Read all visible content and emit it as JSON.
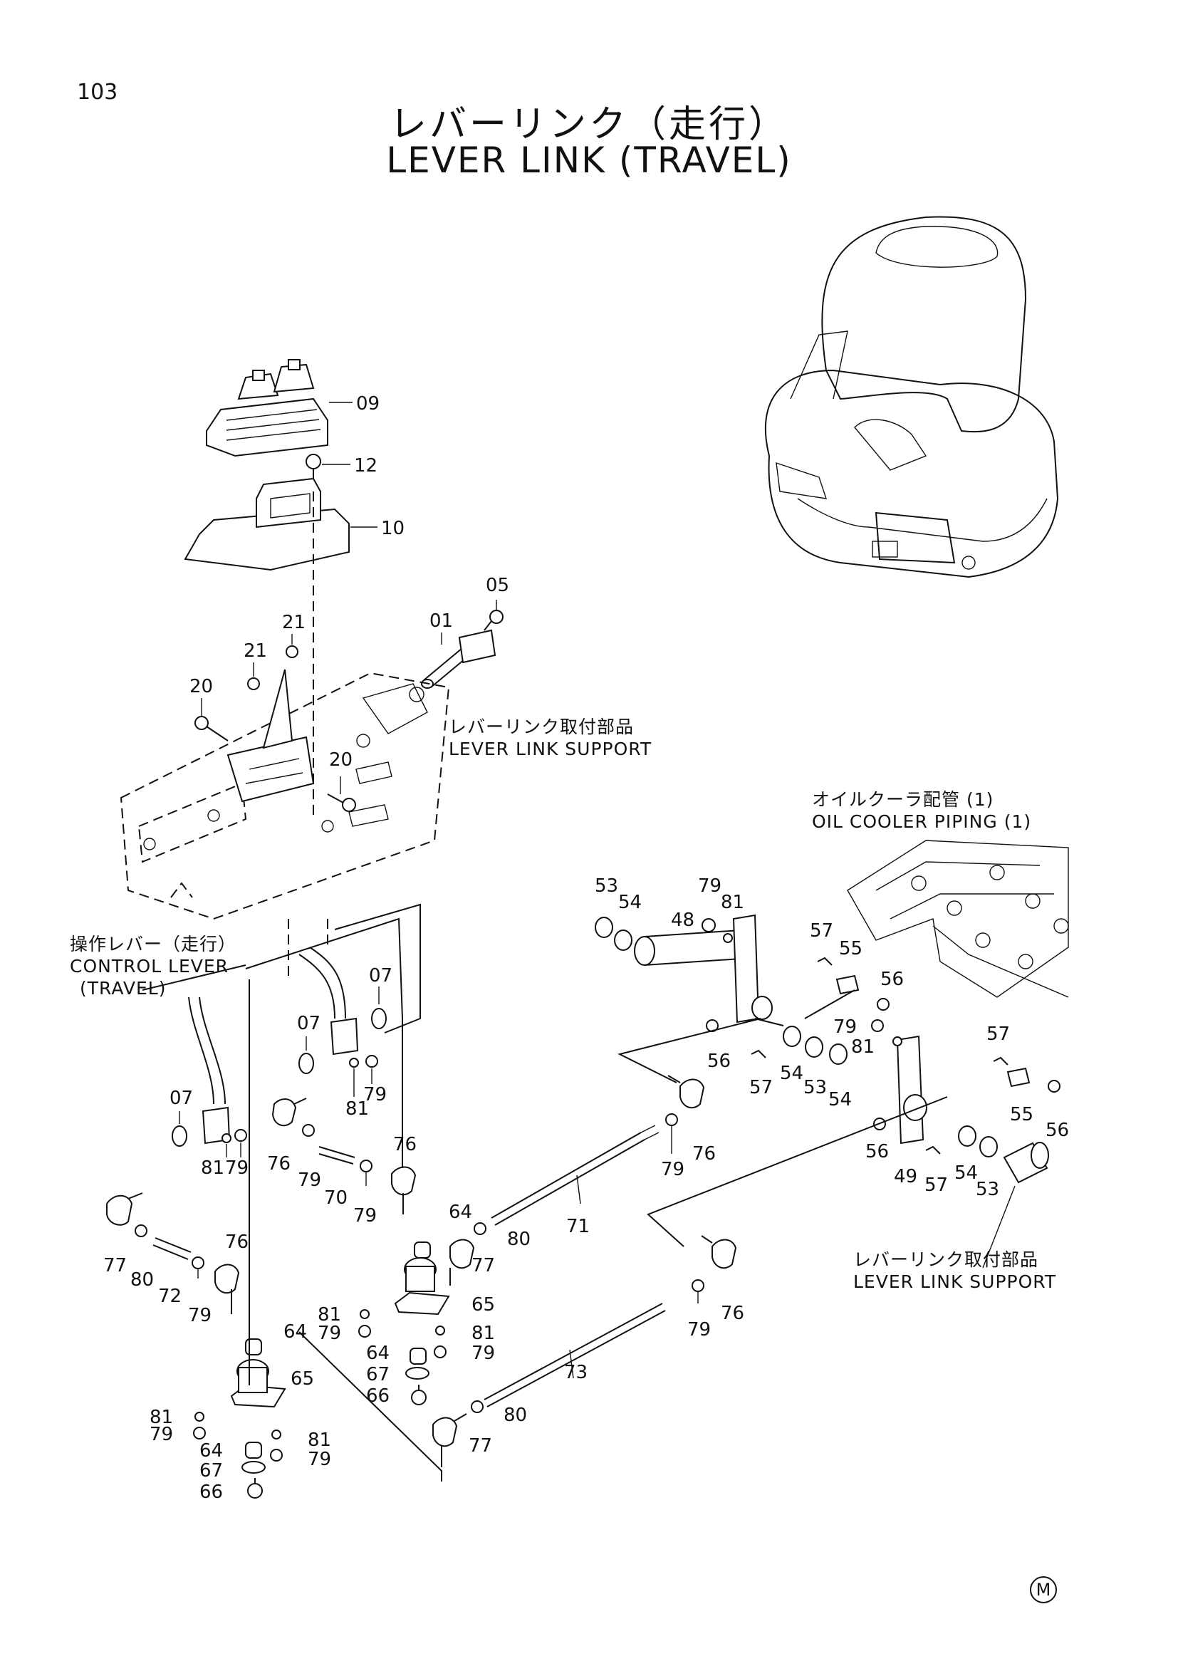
{
  "page_number": "103",
  "title_jp": "レバーリンク（走行）",
  "title_en": "LEVER LINK (TRAVEL)",
  "notes": {
    "lever_link_support_top": {
      "jp": "レバーリンク取付部品",
      "en": "LEVER LINK SUPPORT"
    },
    "oil_cooler_piping": {
      "jp": "オイルクーラ配管 (1)",
      "en": "OIL COOLER PIPING (1)"
    },
    "control_lever": {
      "jp": "操作レバー（走行）",
      "en1": "CONTROL LEVER",
      "en2": "(TRAVEL)"
    },
    "lever_link_support_bottom": {
      "jp": "レバーリンク取付部品",
      "en": "LEVER LINK SUPPORT"
    }
  },
  "callouts": {
    "c01": "01",
    "c05": "05",
    "c07a": "07",
    "c07b": "07",
    "c07c": "07",
    "c09": "09",
    "c10": "10",
    "c12": "12",
    "c20a": "20",
    "c20b": "20",
    "c21a": "21",
    "c21b": "21",
    "c48": "48",
    "c49": "49",
    "c53a": "53",
    "c53b": "53",
    "c53c": "53",
    "c54a": "54",
    "c54b": "54",
    "c54c": "54",
    "c54d": "54",
    "c55a": "55",
    "c55b": "55",
    "c56a": "56",
    "c56b": "56",
    "c56c": "56",
    "c56d": "56",
    "c57a": "57",
    "c57b": "57",
    "c57c": "57",
    "c57d": "57",
    "c64a": "64",
    "c64b": "64",
    "c64c": "64",
    "c64d": "64",
    "c65a": "65",
    "c65b": "65",
    "c66a": "66",
    "c66b": "66",
    "c67a": "67",
    "c67b": "67",
    "c70": "70",
    "c71": "71",
    "c72": "72",
    "c73": "73",
    "c76a": "76",
    "c76b": "76",
    "c76c": "76",
    "c76d": "76",
    "c76e": "76",
    "c77a": "77",
    "c77b": "77",
    "c77c": "77",
    "c79a": "79",
    "c79b": "79",
    "c79c": "79",
    "c79d": "79",
    "c79e": "79",
    "c79f": "79",
    "c79g": "79",
    "c79h": "79",
    "c79i": "79",
    "c79j": "79",
    "c79k": "79",
    "c79l": "79",
    "c79m": "79",
    "c80a": "80",
    "c80b": "80",
    "c80c": "80",
    "c81a": "81",
    "c81b": "81",
    "c81c": "81",
    "c81d": "81",
    "c81e": "81",
    "c81f": "81",
    "c81g": "81"
  },
  "footer_mark": "M"
}
